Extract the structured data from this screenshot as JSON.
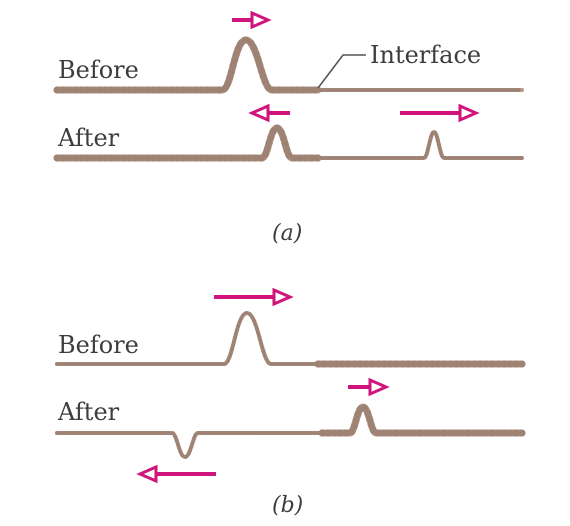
{
  "panel_a": {
    "before_label": "Before",
    "after_label": "After",
    "interface_label": "Interface",
    "caption": "(a)"
  },
  "panel_b": {
    "before_label": "Before",
    "after_label": "After",
    "caption": "(b)"
  },
  "colors": {
    "arrow": "#d0147b",
    "string": "#b59a8b",
    "text": "#3d3d3d"
  }
}
